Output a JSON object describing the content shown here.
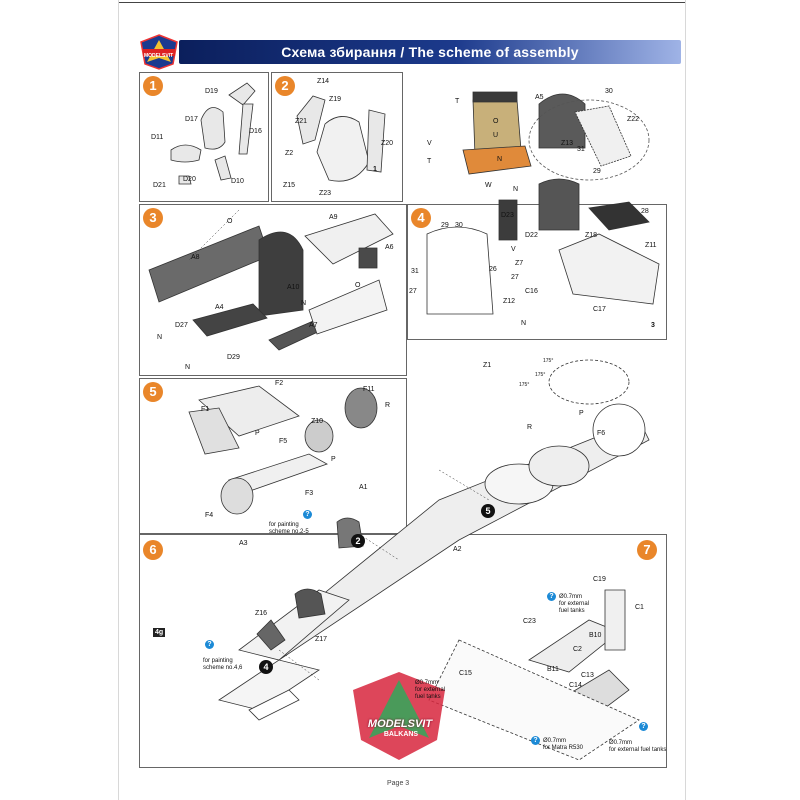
{
  "header": {
    "title": "Схема збирання / The scheme of assembly",
    "logo_text": "MODELSVIT"
  },
  "steps": [
    {
      "n": "1",
      "labels": [
        "D19",
        "D17",
        "D16",
        "D11",
        "D20",
        "D21",
        "D10"
      ]
    },
    {
      "n": "2",
      "labels": [
        "Z14",
        "Z19",
        "Z21",
        "Z2",
        "Z20",
        "Z15",
        "Z23",
        "1"
      ]
    },
    {
      "n": "",
      "labels": [
        "T",
        "O",
        "U",
        "V",
        "T",
        "N",
        "W",
        "N"
      ]
    },
    {
      "n": "",
      "labels": [
        "A5",
        "30",
        "Z22",
        "Z13",
        "31",
        "29"
      ]
    },
    {
      "n": "3",
      "labels": [
        "A9",
        "A8",
        "O",
        "A6",
        "A10",
        "N",
        "O",
        "A4",
        "D27",
        "N",
        "A7",
        "D29",
        "N"
      ]
    },
    {
      "n": "4",
      "labels": [
        "D23",
        "29",
        "30",
        "D22",
        "V",
        "Z18",
        "28",
        "Z11",
        "31",
        "27",
        "26",
        "Z7",
        "27",
        "Z12",
        "C16",
        "C17",
        "N",
        "3"
      ]
    },
    {
      "n": "5",
      "labels": [
        "F2",
        "F1",
        "F11",
        "R",
        "P",
        "Z10",
        "F5",
        "P",
        "F4",
        "F3",
        "Z1",
        "P",
        "F6",
        "R",
        "A1"
      ]
    },
    {
      "n": "6",
      "labels": [
        "A3",
        "2",
        "Z16",
        "Z17",
        "4",
        "4g",
        "A2"
      ]
    },
    {
      "n": "7",
      "labels": [
        "C19",
        "C1",
        "B10",
        "C23",
        "C2",
        "B11",
        "C14",
        "C13",
        "C15"
      ]
    }
  ],
  "callouts": {
    "painting_1": [
      "for painting",
      "scheme no.2-5"
    ],
    "painting_2": [
      "for painting",
      "scheme no.4,6"
    ],
    "ext_tanks_1": [
      "Ø0.7mm",
      "for external",
      "fuel tanks"
    ],
    "ext_tanks_2": [
      "Ø0.7mm",
      "for external",
      "fuel tanks"
    ],
    "matra": [
      "Ø0.7mm",
      "for Matra R530"
    ],
    "ext_tanks_3": [
      "Ø0.7mm",
      "for external fuel tanks"
    ]
  },
  "angles": [
    "175°",
    "175°",
    "175°"
  ],
  "watermark": {
    "brand": "MODELSVIT",
    "sub": "BALKANS"
  },
  "page_number": "Page 3"
}
